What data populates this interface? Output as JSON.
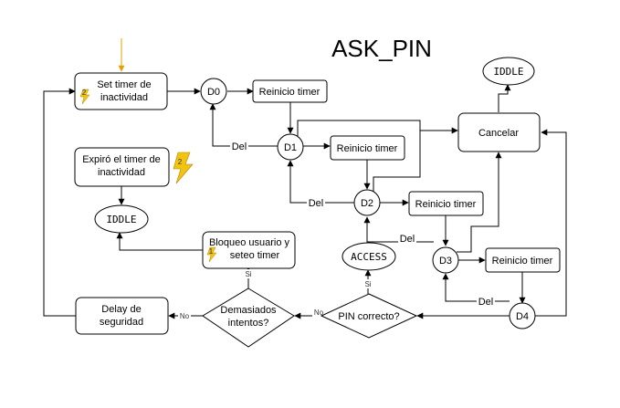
{
  "title": "ASK_PIN",
  "nodes": {
    "set_timer": [
      "Set timer de",
      "inactividad"
    ],
    "d0": "D0",
    "reinicio1": "Reinicio timer",
    "d1": "D1",
    "reinicio2": "Reinicio timer",
    "d2": "D2",
    "reinicio3": "Reinicio timer",
    "d3": "D3",
    "reinicio4": "Reinicio timer",
    "d4": "D4",
    "cancelar": "Cancelar",
    "iddle_top": "IDDLE",
    "expiro": [
      "Expiró el timer de",
      "inactividad"
    ],
    "iddle_left": "IDDLE",
    "bloqueo": [
      "Bloqueo usuario y",
      "seteo timer"
    ],
    "access": "ACCESS",
    "pin_correcto": "PIN correcto?",
    "demasiados": [
      "Demasiados",
      "intentos?"
    ],
    "delay": [
      "Delay de",
      "seguridad"
    ]
  },
  "edge_labels": {
    "del": "Del",
    "si": "Si",
    "no": "No"
  },
  "badges": {
    "two": "2",
    "one": "1"
  },
  "colors": {
    "stroke": "#000000",
    "lightning": "#f2c40f",
    "lightning_dark": "#b8860b",
    "arrow_orange": "#e6a100"
  }
}
